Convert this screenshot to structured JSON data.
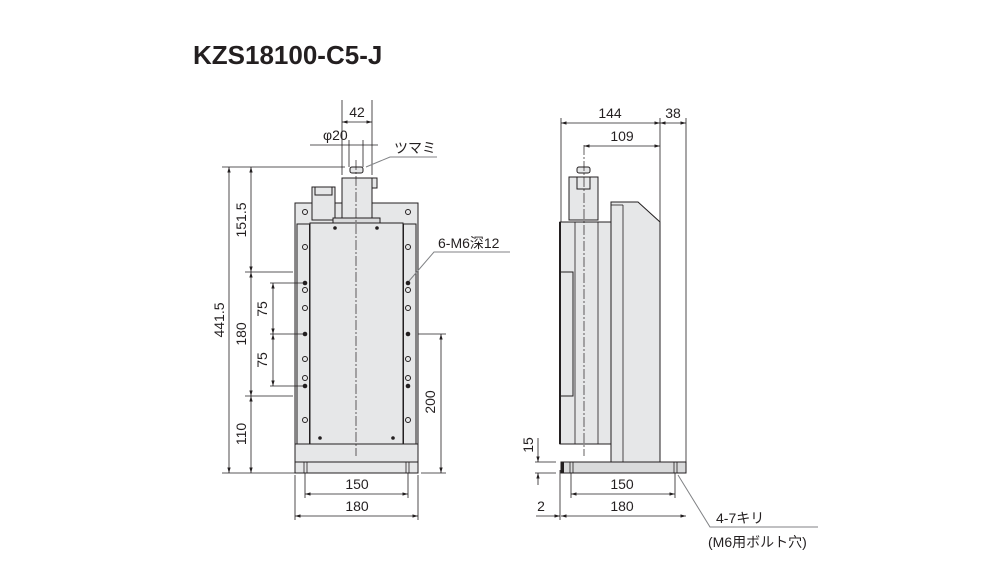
{
  "title": "KZS18100-C5-J",
  "front_view": {
    "dims": {
      "width_motor": "42",
      "knob_dia": "φ20",
      "total_height": "441.5",
      "upper": "151.5",
      "middle": "180",
      "lower": "110",
      "pitch_1": "75",
      "pitch_2": "75",
      "hole_height": "200",
      "base_hole_pitch": "150",
      "base_width": "180"
    },
    "labels": {
      "knob": "ツマミ",
      "tapped_holes": "6-M6深12"
    }
  },
  "side_view": {
    "dims": {
      "depth": "144",
      "upright": "38",
      "axis_offset": "109",
      "base_thickness": "15",
      "offset": "2",
      "base_hole_pitch": "150",
      "base_length": "180"
    },
    "labels": {
      "holes": "4-7キリ",
      "holes_note": "(M6用ボルト穴)"
    }
  }
}
